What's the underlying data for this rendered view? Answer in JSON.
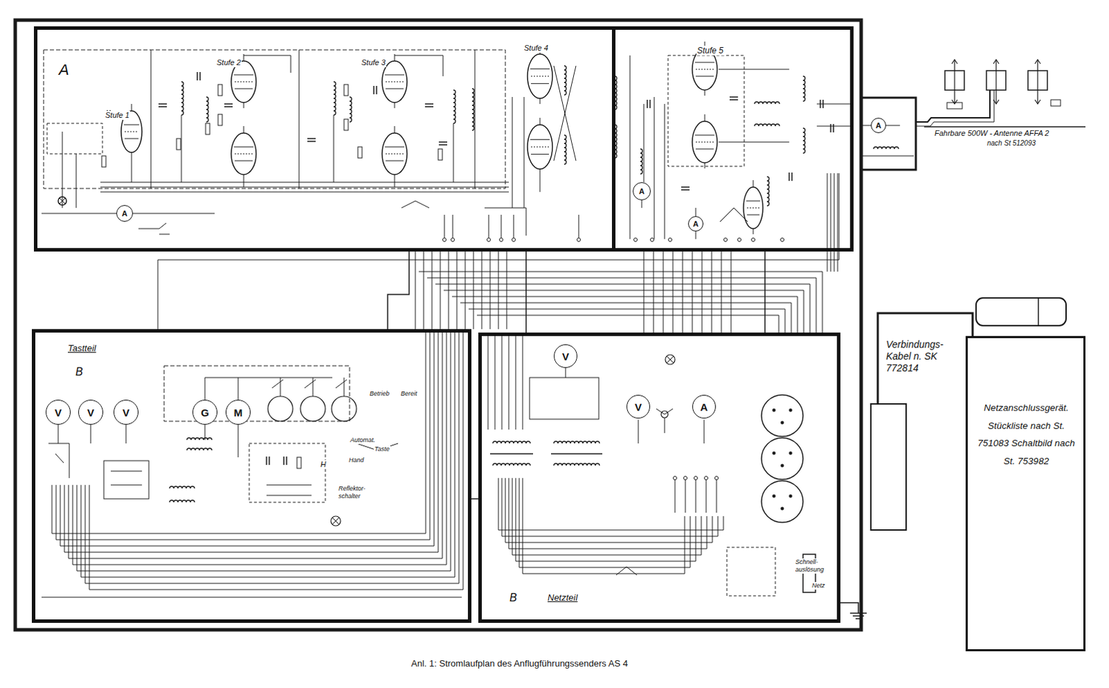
{
  "diagram": {
    "caption": "Anl. 1: Stromlaufplan des Anflugführungssenders AS 4",
    "nodes": [
      {
        "text": [
          "A"
        ]
      },
      {
        "text": [
          "Stufe 5"
        ]
      },
      {
        "text": [
          "A"
        ],
        "in": 0
      },
      {
        "text": [
          "A"
        ],
        "in": 1
      },
      {
        "text": [
          "A"
        ],
        "in": 1
      },
      {
        "text": [
          "A"
        ]
      },
      {
        "text": [
          "Tastteil",
          "B"
        ]
      },
      {
        "text": [
          "V"
        ],
        "in": 6
      },
      {
        "text": [
          "V"
        ],
        "in": 6
      },
      {
        "text": [
          "V"
        ],
        "in": 6
      },
      {
        "text": [
          "G"
        ],
        "in": 6
      },
      {
        "text": [
          "M"
        ],
        "in": 6
      },
      {
        "text": [
          "B",
          "Netzteil"
        ]
      },
      {
        "text": [
          "V"
        ],
        "in": 12
      },
      {
        "text": [
          "V"
        ],
        "in": 12
      },
      {
        "text": [
          "A"
        ],
        "in": 12
      },
      {
        "text": [
          "Verbindungs-Kabel n. SK 772814"
        ]
      },
      {
        "text": [
          "Netzanschlussgerät. Stückliste nach St. 751083 Schaltbild nach St. 753982"
        ]
      }
    ],
    "edges": [
      {
        "from": 0,
        "to": 6,
        "arrow": "none"
      },
      {
        "from": 0,
        "to": 12,
        "arrow": "none"
      },
      {
        "from": 1,
        "to": 12,
        "arrow": "none"
      },
      {
        "from": 6,
        "to": 12,
        "arrow": "none"
      },
      {
        "from": 16,
        "to": 17,
        "arrow": "none"
      }
    ],
    "labels": [
      "Stufe 1",
      "Stufe 2",
      "Stufe 3",
      "Stufe 4",
      "Fahrbare 500W - Antenne AFFA 2",
      "nach St 512093",
      "Betrieb",
      "Bereit",
      "Automat.",
      "Taste",
      "Hand",
      "Reflektor- schalter",
      "Schnell- auslösung",
      "Netz",
      "H"
    ]
  }
}
